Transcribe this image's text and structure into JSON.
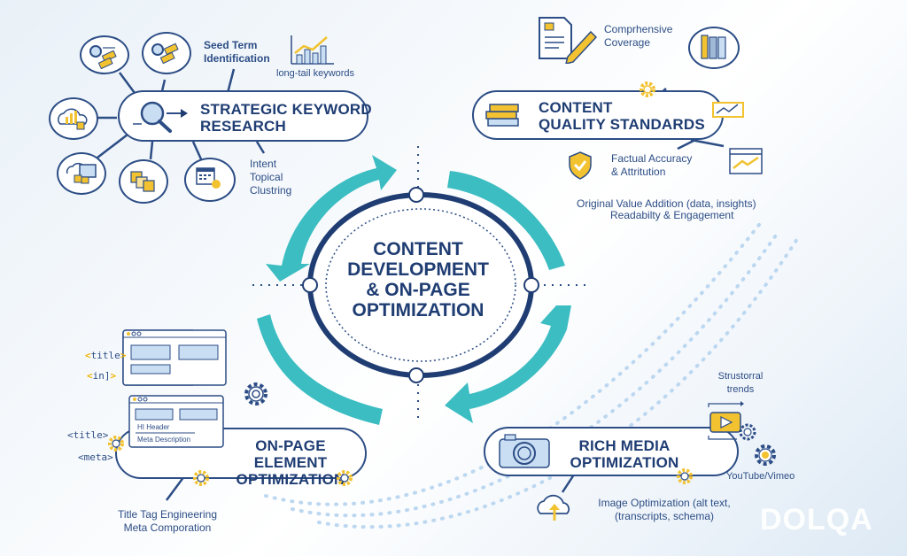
{
  "center": {
    "title_lines": [
      "CONTENT",
      "DEVELOPMENT",
      "& ON-PAGE",
      "OPTIMIZATION"
    ]
  },
  "keyword_research": {
    "title_lines": [
      "STRATEGIC KEYWORD",
      "RESEARCH"
    ],
    "labels": {
      "seed": [
        "Seed Term",
        "Identification"
      ],
      "longtail": "long-tail keywords",
      "intent": [
        "Intent",
        "Topical",
        "Clustring"
      ]
    },
    "node_icons": [
      "search-tags-icon",
      "magnifier-tags-icon",
      "cloud-chart-icon",
      "cloud-document-icon",
      "shopping-bags-icon",
      "calendar-sun-icon"
    ]
  },
  "quality": {
    "title_lines": [
      "CONTENT",
      "QUALITY STANDARDS"
    ],
    "labels": {
      "coverage": [
        "Comprhensive",
        "Coverage"
      ],
      "accuracy": [
        "Factual Accuracy",
        "& Attritution"
      ],
      "original": "Original Value Addition (data, insights)",
      "readability": "Readabilty & Engagement"
    }
  },
  "onpage": {
    "title_lines": [
      "ON-PAGE ELEMENT",
      "OPTIMIZATION"
    ],
    "tags": {
      "title1": "title",
      "h1": "in]",
      "title2": "<title>",
      "meta": "<meta>"
    },
    "mock_labels": {
      "header": "HI Header",
      "description": "Meta Description"
    },
    "labels": [
      "Title Tag Engineering",
      "Meta Comporation"
    ]
  },
  "media": {
    "title_lines": [
      "RICH MEDIA",
      "OPTIMIZATION"
    ],
    "labels": {
      "structural": [
        "Strustorral",
        "trends"
      ],
      "video": "YouTube/Vimeo",
      "image": [
        "Image Optimization (alt text,",
        "(transcripts, schema)"
      ]
    }
  },
  "watermark": "DOLQA",
  "colors": {
    "navy": "#1f3d73",
    "outline": "#2c4d85",
    "teal": "#3bbdc2",
    "yellow": "#f2c230",
    "lightblue": "#c9def3"
  }
}
